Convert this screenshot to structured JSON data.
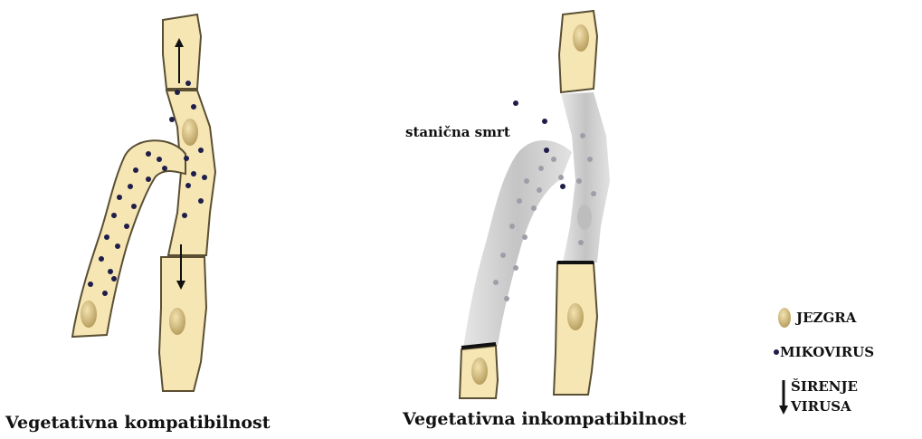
{
  "captions": {
    "left": "Vegetativna kompatibilnost",
    "right": "Vegetativna inkompatibilnost",
    "cell_death": "stanična smrt"
  },
  "legend": {
    "nucleus": "JEZGRA",
    "mycovirus": "MIKOVIRUS",
    "spread_line1": "ŠIRENJE",
    "spread_line2": "VIRUSA"
  },
  "colors": {
    "cell_fill": "#f5e6b4",
    "cell_outline": "#5a4f33",
    "nucleus": "#d8c38a",
    "virus": "#1f1d4a",
    "dead_cell": "#d4d4d4"
  }
}
